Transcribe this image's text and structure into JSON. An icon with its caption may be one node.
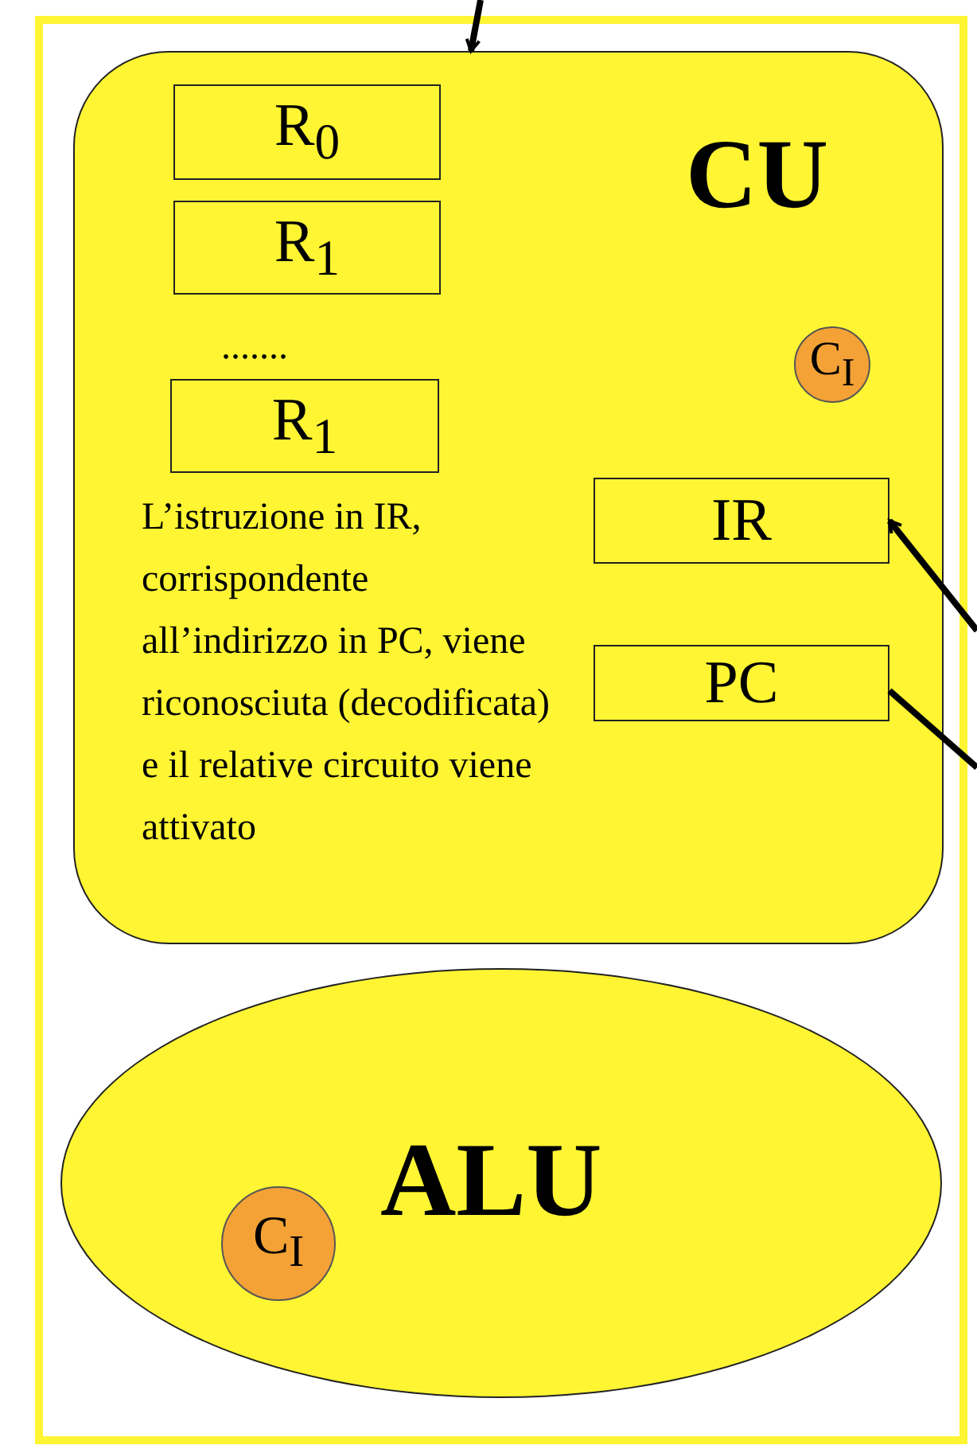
{
  "diagram": {
    "nodes": [
      {
        "text": [
          "CU"
        ]
      },
      {
        "text": [
          "R$_{0}$"
        ],
        "in": 0
      },
      {
        "text": [
          "R$_{1}$"
        ],
        "in": 0
      },
      {
        "text": [
          "R$_{1}$"
        ],
        "in": 0
      },
      {
        "text": [
          "IR"
        ],
        "in": 0
      },
      {
        "text": [
          "PC"
        ],
        "in": 0
      },
      {
        "text": [
          "C$_{I}$"
        ],
        "in": 0
      },
      {
        "text": [
          "ALU"
        ]
      },
      {
        "text": [
          "C$_{I}$"
        ],
        "in": 7
      }
    ],
    "edges": [
      {
        "from": null,
        "to": 0,
        "arrow": "to"
      },
      {
        "from": null,
        "to": 4,
        "arrow": "to"
      },
      {
        "from": 5,
        "to": null,
        "arrow": "none"
      }
    ],
    "labels": [
      ".......",
      "L’istruzione in IR, corrispondente all’indirizzo in PC, viene riconosciuta (decodificata) e il relative circuito viene attivato"
    ]
  }
}
